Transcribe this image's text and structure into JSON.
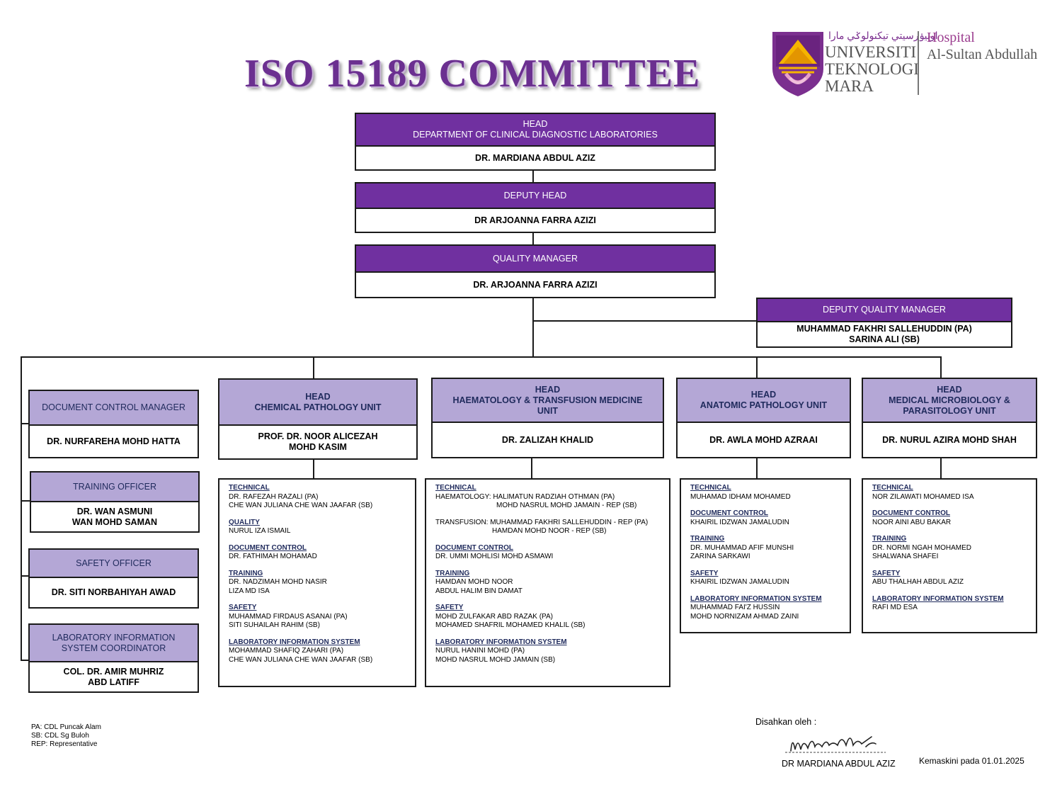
{
  "title": "ISO 15189 COMMITTEE",
  "logo": {
    "jawi": "اونيۏرسيتي تيكنولوݢي مارا",
    "uni_line1": "UNIVERSITI",
    "uni_line2": "TEKNOLOGI",
    "uni_line3": "MARA",
    "hosp_line1": "Hospital",
    "hosp_line2": "Al-Sultan Abdullah"
  },
  "head": {
    "role_line1": "HEAD",
    "role_line2": "DEPARTMENT OF CLINICAL DIAGNOSTIC LABORATORIES",
    "name": "DR. MARDIANA ABDUL AZIZ"
  },
  "deputy_head": {
    "role": "DEPUTY HEAD",
    "name": "DR ARJOANNA FARRA AZIZI"
  },
  "quality_manager": {
    "role": "QUALITY MANAGER",
    "name": "DR. ARJOANNA FARRA AZIZI"
  },
  "deputy_quality_manager": {
    "role": "DEPUTY QUALITY MANAGER",
    "name_line1": "MUHAMMAD FAKHRI SALLEHUDDIN (PA)",
    "name_line2": "SARINA ALI (SB)"
  },
  "officers": {
    "doc_control": {
      "role": "DOCUMENT CONTROL MANAGER",
      "name": "DR. NURFAREHA MOHD HATTA"
    },
    "training": {
      "role": "TRAINING OFFICER",
      "name_line1": "DR. WAN ASMUNI",
      "name_line2": "WAN MOHD SAMAN"
    },
    "safety": {
      "role": "SAFETY OFFICER",
      "name": "DR. SITI NORBAHIYAH AWAD"
    },
    "lis": {
      "role_line1": "LABORATORY INFORMATION",
      "role_line2": "SYSTEM COORDINATOR",
      "name_line1": "COL. DR. AMIR MUHRIZ",
      "name_line2": "ABD LATIFF"
    }
  },
  "units": [
    {
      "head_line1": "HEAD",
      "head_line2": "CHEMICAL PATHOLOGY UNIT",
      "head_line3": "",
      "name_line1": "PROF. DR. NOOR ALICEZAH",
      "name_line2": "MOHD KASIM",
      "sections": [
        {
          "title": "TECHNICAL",
          "lines": [
            "DR. RAFEZAH RAZALI (PA)",
            "CHE WAN JULIANA CHE WAN JAAFAR (SB)"
          ]
        },
        {
          "title": "QUALITY",
          "lines": [
            "NURUL IZA ISMAIL"
          ]
        },
        {
          "title": "DOCUMENT CONTROL",
          "lines": [
            "DR. FATHIMAH MOHAMAD"
          ]
        },
        {
          "title": "TRAINING",
          "lines": [
            "DR. NADZIMAH MOHD NASIR",
            "LIZA MD ISA"
          ]
        },
        {
          "title": "SAFETY",
          "lines": [
            "MUHAMMAD FIRDAUS ASANAI (PA)",
            "SITI SUHAILAH RAHIM (SB)"
          ]
        },
        {
          "title": "LABORATORY INFORMATION SYSTEM",
          "lines": [
            "MOHAMMAD SHAFIQ ZAHARI (PA)",
            "CHE WAN JULIANA CHE WAN JAAFAR (SB)"
          ]
        }
      ]
    },
    {
      "head_line1": "HEAD",
      "head_line2": "HAEMATOLOGY & TRANSFUSION MEDICINE",
      "head_line3": "UNIT",
      "name_line1": "DR. ZALIZAH KHALID",
      "name_line2": "",
      "sections": [
        {
          "title": "TECHNICAL",
          "lines": [
            "HAEMATOLOGY: HALIMATUN RADZIAH OTHMAN (PA)",
            "MOHD NASRUL MOHD JAMAIN - REP (SB)"
          ]
        },
        {
          "title": "",
          "lines": [
            "TRANSFUSION: MUHAMMAD FAKHRI SALLEHUDDIN - REP (PA)",
            "HAMDAN MOHD NOOR - REP (SB)"
          ]
        },
        {
          "title": "DOCUMENT CONTROL",
          "lines": [
            "DR. UMMI MOHLISI MOHD ASMAWI"
          ]
        },
        {
          "title": "TRAINING",
          "lines": [
            "HAMDAN MOHD NOOR",
            "ABDUL HALIM BIN DAMAT"
          ]
        },
        {
          "title": "SAFETY",
          "lines": [
            "MOHD ZULFAKAR ABD RAZAK (PA)",
            "MOHAMED SHAFRIL MOHAMED KHALIL (SB)"
          ]
        },
        {
          "title": "LABORATORY INFORMATION SYSTEM",
          "lines": [
            "NURUL HANINI MOHD (PA)",
            "MOHD NASRUL MOHD JAMAIN (SB)"
          ]
        }
      ]
    },
    {
      "head_line1": "HEAD",
      "head_line2": "ANATOMIC PATHOLOGY UNIT",
      "head_line3": "",
      "name_line1": "DR. AWLA MOHD AZRAAI",
      "name_line2": "",
      "sections": [
        {
          "title": "TECHNICAL",
          "lines": [
            "MUHAMAD IDHAM MOHAMED"
          ]
        },
        {
          "title": "DOCUMENT CONTROL",
          "lines": [
            "KHAIRIL IDZWAN JAMALUDIN"
          ]
        },
        {
          "title": "TRAINING",
          "lines": [
            "DR. MUHAMMAD AFIF MUNSHI",
            "ZARINA SARKAWI"
          ]
        },
        {
          "title": "SAFETY",
          "lines": [
            "KHAIRIL IDZWAN JAMALUDIN"
          ]
        },
        {
          "title": "LABORATORY INFORMATION SYSTEM",
          "lines": [
            "MUHAMMAD FAI'Z HUSSIN",
            "MOHD NORNIZAM AHMAD ZAINI"
          ]
        }
      ]
    },
    {
      "head_line1": "HEAD",
      "head_line2": "MEDICAL MICROBIOLOGY &",
      "head_line3": "PARASITOLOGY UNIT",
      "name_line1": "DR. NURUL AZIRA MOHD SHAH",
      "name_line2": "",
      "sections": [
        {
          "title": "TECHNICAL",
          "lines": [
            "NOR ZILAWATI MOHAMED ISA"
          ]
        },
        {
          "title": "DOCUMENT CONTROL",
          "lines": [
            "NOOR AINI ABU BAKAR"
          ]
        },
        {
          "title": "TRAINING",
          "lines": [
            "DR. NORMI NGAH MOHAMED",
            "SHALWANA SHAFEI"
          ]
        },
        {
          "title": "SAFETY",
          "lines": [
            "ABU THALHAH ABDUL AZIZ"
          ]
        },
        {
          "title": "LABORATORY INFORMATION SYSTEM",
          "lines": [
            "RAFI MD ESA"
          ]
        }
      ]
    }
  ],
  "footnotes": [
    "PA: CDL Puncak Alam",
    "SB: CDL Sg Buloh",
    "REP: Representative"
  ],
  "approval": {
    "label": "Disahkan oleh :",
    "name": "DR MARDIANA ABDUL AZIZ"
  },
  "updated": "Kemaskini pada 01.01.2025",
  "colors": {
    "purple_dark": "#7030a0",
    "purple_light": "#b4a7d6",
    "navy_text": "#1f2a5c"
  }
}
